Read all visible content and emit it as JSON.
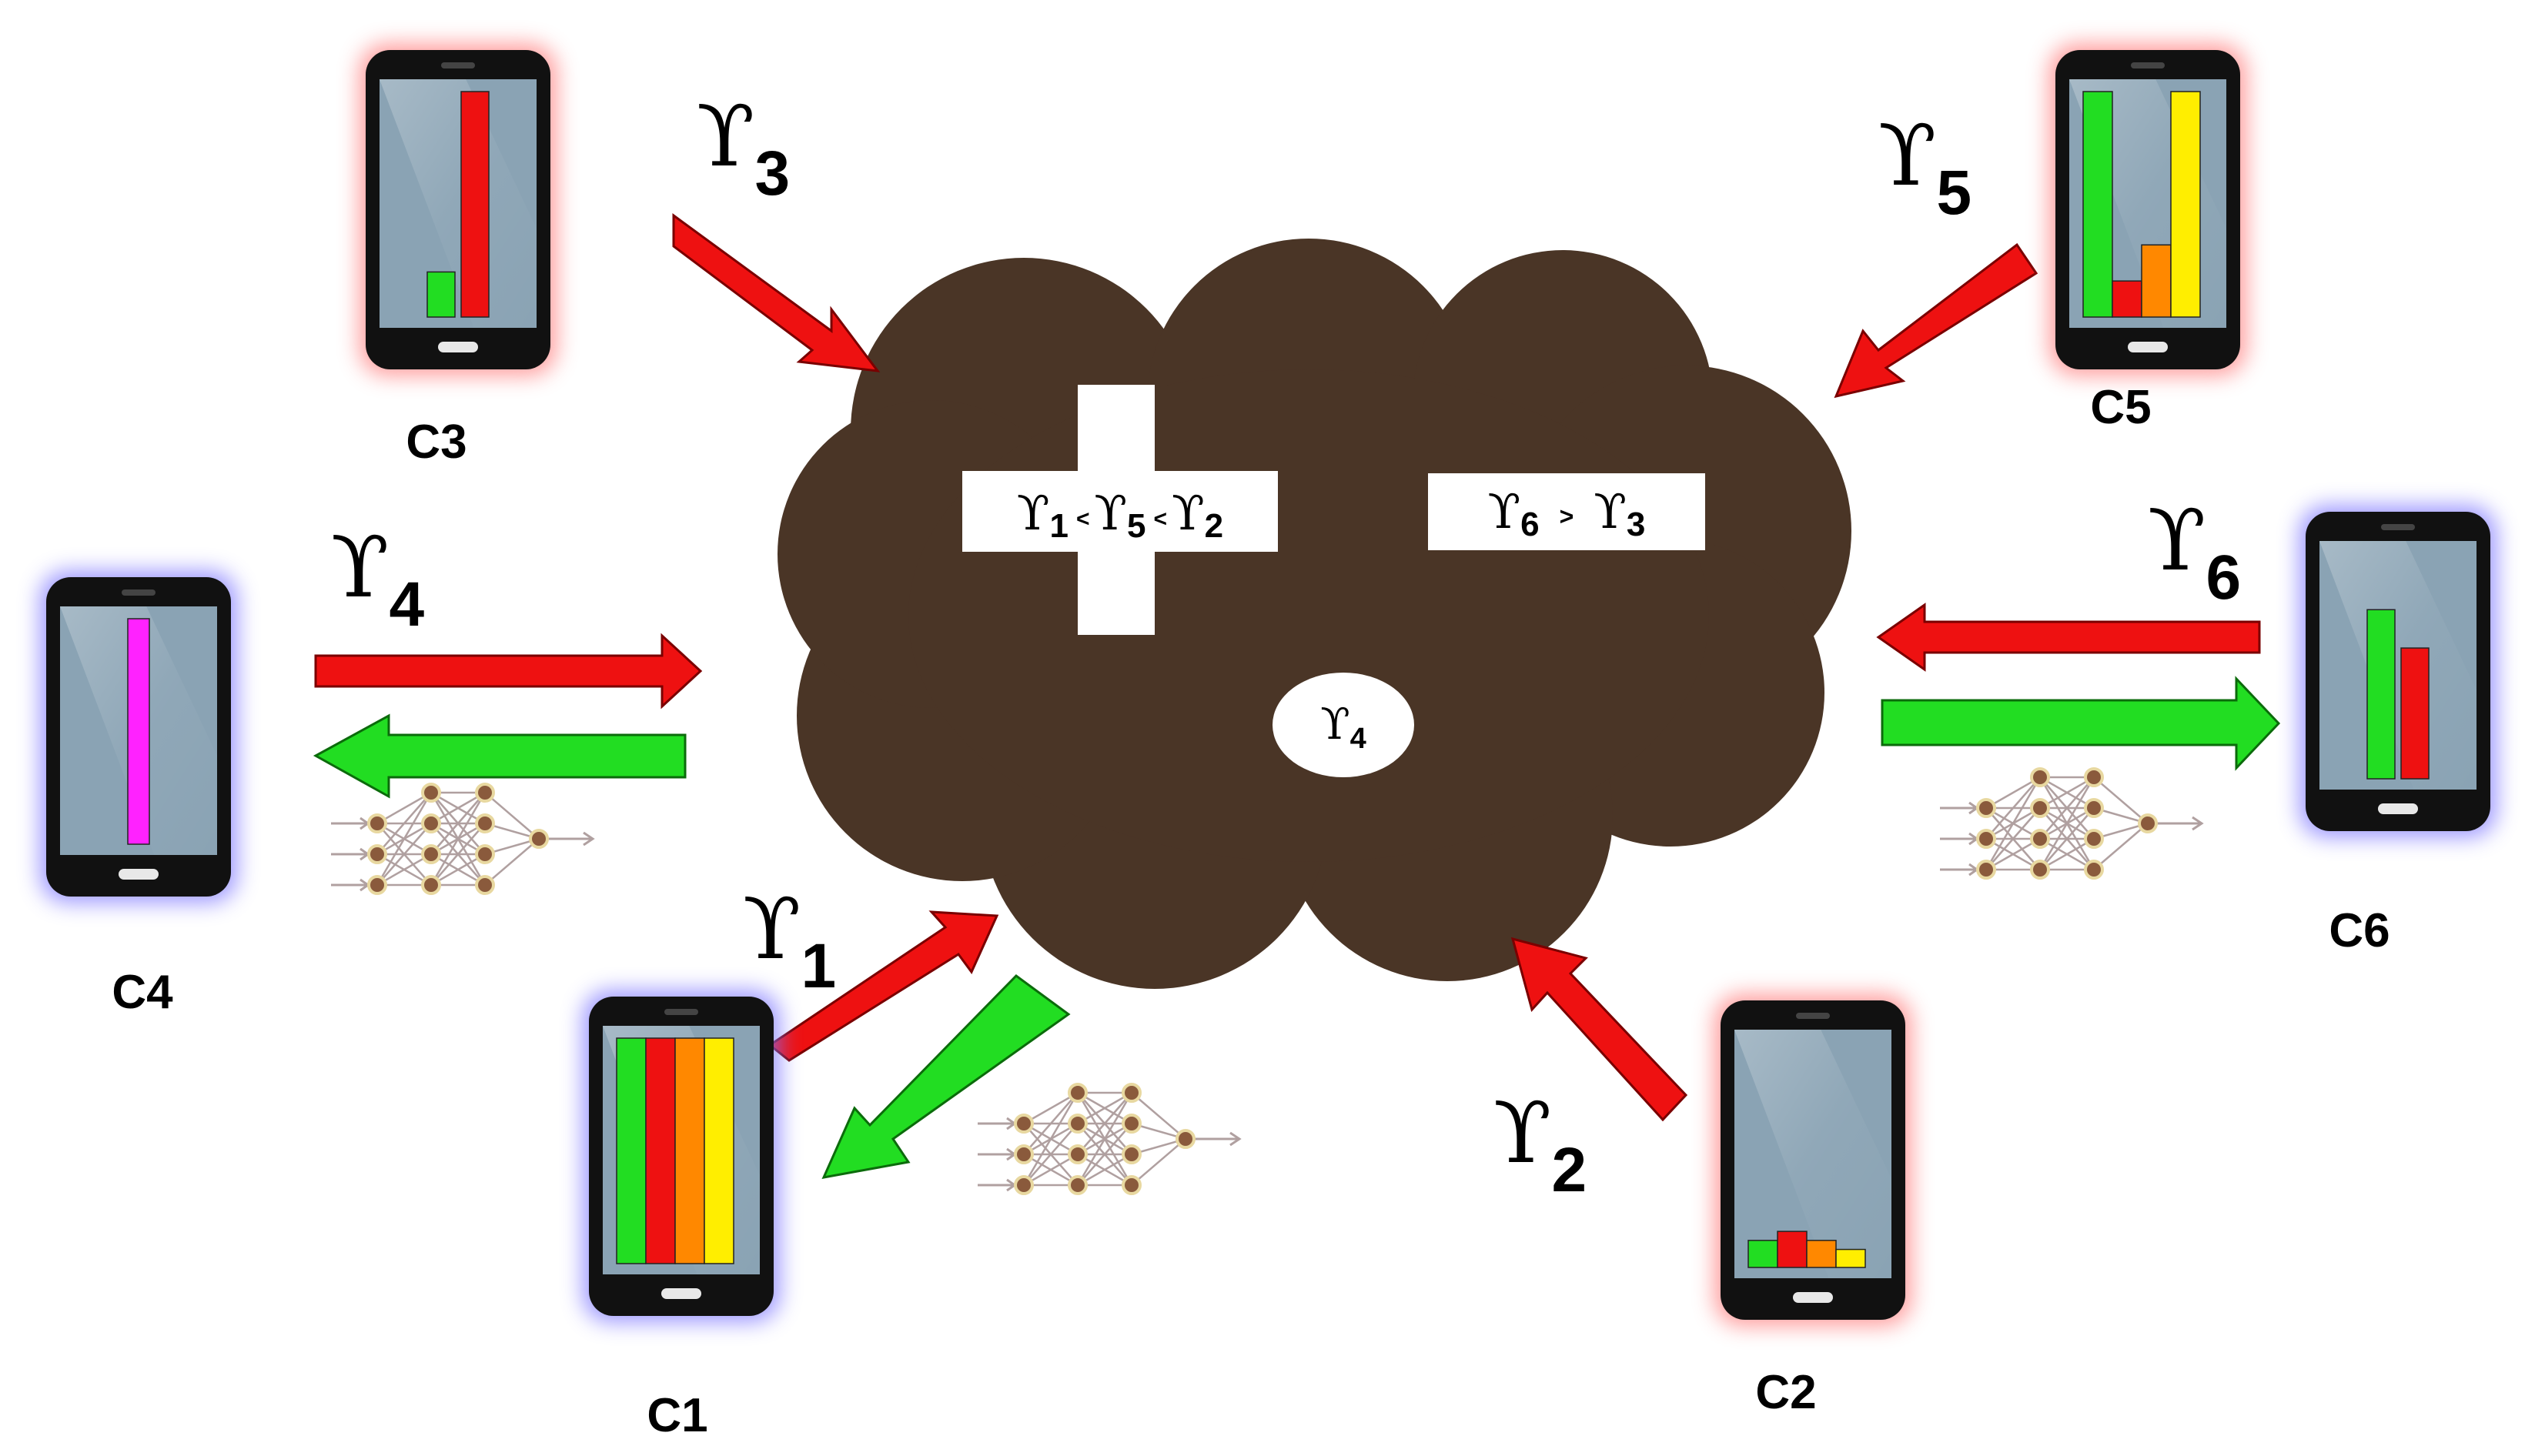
{
  "cloud": {
    "left_box": {
      "a": "ϒ",
      "a_sub": "1",
      "op1": "<",
      "b": "ϒ",
      "b_sub": "5",
      "op2": "<",
      "c": "ϒ",
      "c_sub": "2"
    },
    "right_box": {
      "a": "ϒ",
      "a_sub": "6",
      "op": ">",
      "b": "ϒ",
      "b_sub": "3"
    },
    "oval": {
      "a": "ϒ",
      "a_sub": "4"
    }
  },
  "clients": [
    {
      "id": "C1",
      "label": "C1",
      "symbol": "ϒ",
      "sub": "1",
      "glow": "#7b74ff",
      "bars": [
        {
          "color": "#22dd22",
          "value": 1.0
        },
        {
          "color": "#ee1111",
          "value": 1.0
        },
        {
          "color": "#ff8800",
          "value": 1.0
        },
        {
          "color": "#ffee00",
          "value": 1.0
        }
      ]
    },
    {
      "id": "C2",
      "label": "C2",
      "symbol": "ϒ",
      "sub": "2",
      "glow": "#ff7b7b",
      "bars": [
        {
          "color": "#22dd22",
          "value": 0.12
        },
        {
          "color": "#ee1111",
          "value": 0.16
        },
        {
          "color": "#ff8800",
          "value": 0.12
        },
        {
          "color": "#ffee00",
          "value": 0.08
        }
      ]
    },
    {
      "id": "C3",
      "label": "C3",
      "symbol": "ϒ",
      "sub": "3",
      "glow": "#ff7b7b",
      "bars": [
        {
          "color": "#22dd22",
          "value": 0.2
        },
        {
          "color": "#ee1111",
          "value": 1.0
        }
      ]
    },
    {
      "id": "C4",
      "label": "C4",
      "symbol": "ϒ",
      "sub": "4",
      "glow": "#7b74ff",
      "bars": [
        {
          "color": "#ff22ff",
          "value": 1.0
        }
      ]
    },
    {
      "id": "C5",
      "label": "C5",
      "symbol": "ϒ",
      "sub": "5",
      "glow": "#ff7b7b",
      "bars": [
        {
          "color": "#22dd22",
          "value": 1.0
        },
        {
          "color": "#ee1111",
          "value": 0.16
        },
        {
          "color": "#ff8800",
          "value": 0.32
        },
        {
          "color": "#ffee00",
          "value": 1.0
        }
      ]
    },
    {
      "id": "C6",
      "label": "C6",
      "symbol": "ϒ",
      "sub": "6",
      "glow": "#7b74ff",
      "bars": [
        {
          "color": "#22dd22",
          "value": 0.75
        },
        {
          "color": "#ee1111",
          "value": 0.58
        }
      ]
    }
  ],
  "colors": {
    "cloud": "#4a3526",
    "upload_arrow": "#ee1111",
    "download_arrow": "#22dd22",
    "phone_body": "#111111",
    "phone_screen": "#8aa3b4",
    "nn_node": "#8a5a3c",
    "nn_edge": "#b0a0a0"
  }
}
